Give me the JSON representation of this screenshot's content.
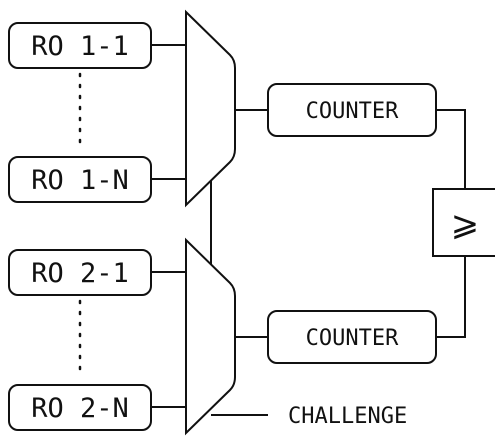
{
  "ro_group_1": {
    "first": "RO 1-1",
    "last": "RO 1-N"
  },
  "ro_group_2": {
    "first": "RO 2-1",
    "last": "RO 2-N"
  },
  "counter_1": "COUNTER",
  "counter_2": "COUNTER",
  "comparator": "⩾",
  "challenge": "CHALLENGE"
}
